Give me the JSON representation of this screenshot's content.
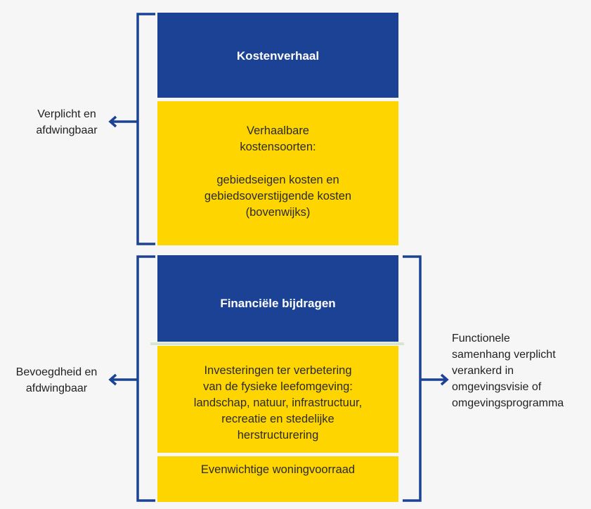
{
  "section1": {
    "title": "Kostenverhaal",
    "body_line1": "Verhaalbare",
    "body_line2": "kostensoorten:",
    "body_line3": "gebiedseigen kosten en",
    "body_line4": "gebiedsoverstijgende kosten",
    "body_line5": "(bovenwijks)",
    "side_label_line1": "Verplicht en",
    "side_label_line2": "afdwingbaar"
  },
  "section2": {
    "title": "Financiële bijdragen",
    "body_lines": [
      "Investeringen ter verbetering",
      "van de fysieke leefomgeving:",
      "landschap, natuur, infrastructuur,",
      "recreatie en stedelijke",
      "herstructurering"
    ],
    "bottom": "Evenwichtige woningvoorraad",
    "left_label_line1": "Bevoegdheid en",
    "left_label_line2": "afdwingbaar",
    "right_label_lines": [
      "Functionele",
      "samenhang verplicht",
      "verankerd in",
      "omgevingsvisie of",
      "omgevingsprogramma"
    ]
  },
  "colors": {
    "blue": "#1b4295",
    "yellow": "#ffd500"
  }
}
